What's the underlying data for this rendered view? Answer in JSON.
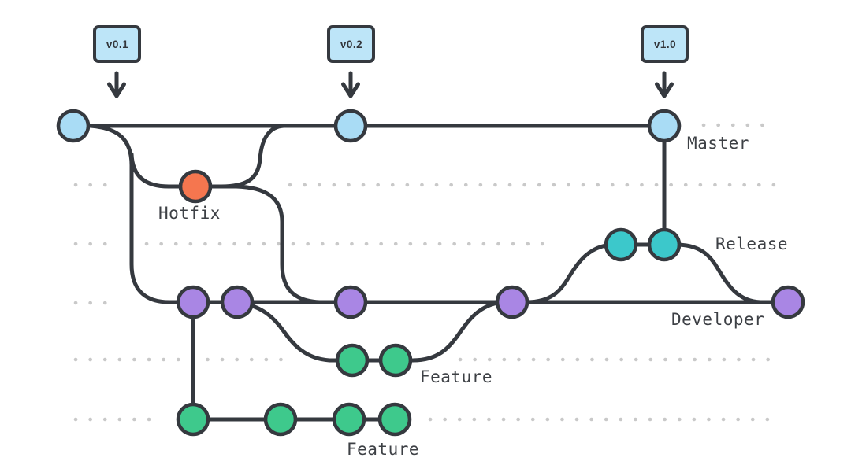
{
  "diagram": {
    "kind": "git-flow-branching-diagram",
    "background": "#ffffff"
  },
  "colors": {
    "line": "#35393f",
    "dotted_line": "#c9c9c9",
    "label_text": "#3d4045",
    "tag_fill": "#bde5f8",
    "master": "#a9dcf5",
    "hotfix": "#f5764f",
    "release": "#3cc8cb",
    "developer": "#a986e4",
    "feature": "#3ec98c"
  },
  "tags": [
    {
      "label": "v0.1"
    },
    {
      "label": "v0.2"
    },
    {
      "label": "v1.0"
    }
  ],
  "branches": [
    {
      "id": "master",
      "label": "Master",
      "commit_count": 3
    },
    {
      "id": "hotfix",
      "label": "Hotfix",
      "commit_count": 1
    },
    {
      "id": "release",
      "label": "Release",
      "commit_count": 2
    },
    {
      "id": "developer",
      "label": "Developer",
      "commit_count": 5
    },
    {
      "id": "feature-top",
      "label": "Feature",
      "commit_count": 2
    },
    {
      "id": "feature-bottom",
      "label": "Feature",
      "commit_count": 4
    }
  ],
  "structure": {
    "lane_order_top_to_bottom": [
      "Master",
      "Hotfix",
      "Release",
      "Developer",
      "Feature",
      "Feature"
    ],
    "connections": [
      "Master start branches down into Developer",
      "Hotfix branches off Master and merges back into Master",
      "Hotfix also merges down into Developer",
      "Top Feature branches off Developer and merges back into Developer",
      "Release branches off Developer and merges back into Developer",
      "Master v1.0 commit connects vertically down to Release",
      "Developer first commit connects vertically down to bottom Feature"
    ],
    "tag_arrows_point_to": [
      "Master line",
      "Master commit",
      "Master commit"
    ]
  }
}
